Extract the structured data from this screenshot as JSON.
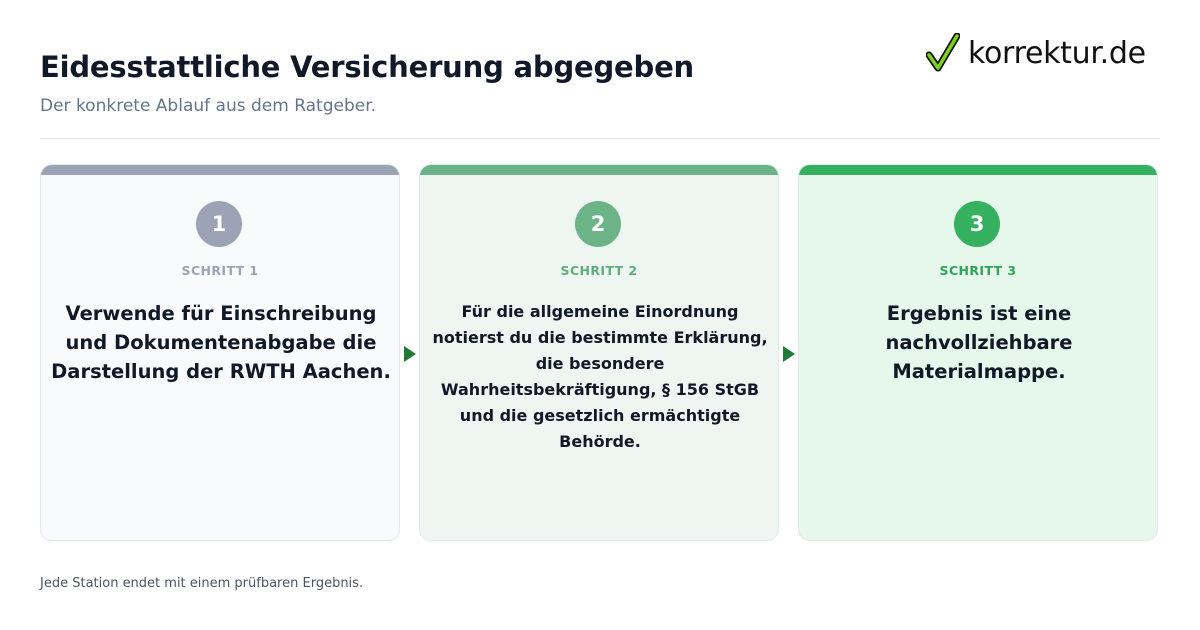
{
  "header": {
    "title": "Eidesstattliche Versicherung abgegeben",
    "subtitle": "Der konkrete Ablauf aus dem Ratgeber."
  },
  "logo": {
    "icon": "checkmark-icon",
    "text": "korrektur.de"
  },
  "steps": [
    {
      "number": "1",
      "label": "SCHRITT 1",
      "text": "Verwende für Einschreibung und Dokumentenabgabe die Darstellung der RWTH Aachen.",
      "color": "#9ca3b4"
    },
    {
      "number": "2",
      "label": "SCHRITT 2",
      "text": "Für die allgemeine Einordnung notierst du die bestimmte Erklärung, die besondere Wahrheitsbekräftigung, § 156 StGB und die gesetzlich ermächtigte Behörde.",
      "color": "#6cb487"
    },
    {
      "number": "3",
      "label": "SCHRITT 3",
      "text": "Ergebnis ist eine nachvollziehbare Materialmappe.",
      "color": "#34b05e"
    }
  ],
  "footer": {
    "note": "Jede Station endet mit einem prüfbaren Ergebnis."
  },
  "colors": {
    "title": "#111827",
    "subtitle": "#64748b",
    "arrow": "#1f7a3a",
    "logo_check": "#7bd021"
  }
}
